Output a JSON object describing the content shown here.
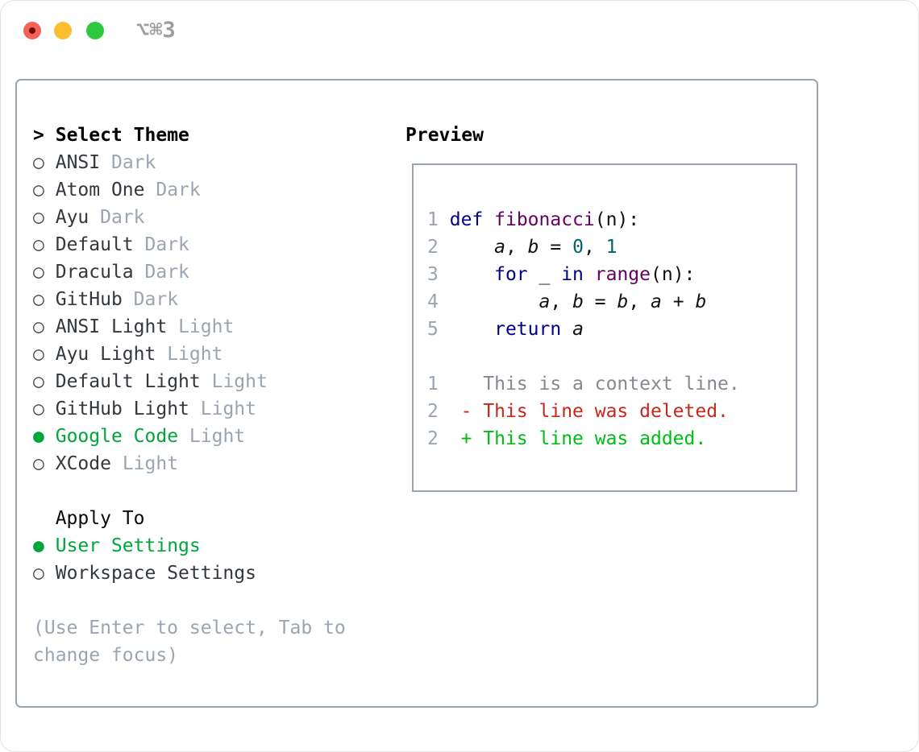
{
  "window": {
    "titlebar_label": "⌥⌘3",
    "traffic_lights": [
      "close",
      "minimize",
      "zoom"
    ]
  },
  "colors": {
    "panel_border": "#9aa5b1",
    "muted_gray": "#9aa5b1",
    "selection_green": "#00a53c",
    "diff_added_green": "#00bd16",
    "diff_deleted_red": "#c8271b",
    "keyword_blue": "#000088",
    "function_purple": "#660066",
    "literal_teal": "#006666",
    "traffic_red": "#f4615a",
    "traffic_yellow": "#fbbe2e",
    "traffic_green": "#2fc841"
  },
  "theme_selector": {
    "prompt_marker": ">",
    "title": "Select Theme",
    "marker_unselected": "○",
    "marker_selected": "●",
    "options": [
      {
        "name": "ANSI",
        "variant": "Dark",
        "selected": false
      },
      {
        "name": "Atom One",
        "variant": "Dark",
        "selected": false
      },
      {
        "name": "Ayu",
        "variant": "Dark",
        "selected": false
      },
      {
        "name": "Default",
        "variant": "Dark",
        "selected": false
      },
      {
        "name": "Dracula",
        "variant": "Dark",
        "selected": false
      },
      {
        "name": "GitHub",
        "variant": "Dark",
        "selected": false
      },
      {
        "name": "ANSI Light",
        "variant": "Light",
        "selected": false
      },
      {
        "name": "Ayu Light",
        "variant": "Light",
        "selected": false
      },
      {
        "name": "Default Light",
        "variant": "Light",
        "selected": false
      },
      {
        "name": "GitHub Light",
        "variant": "Light",
        "selected": false
      },
      {
        "name": "Google Code",
        "variant": "Light",
        "selected": true
      },
      {
        "name": "XCode",
        "variant": "Light",
        "selected": false
      }
    ],
    "apply_to": {
      "title": "Apply To",
      "options": [
        {
          "name": "User Settings",
          "selected": true
        },
        {
          "name": "Workspace Settings",
          "selected": false
        }
      ]
    },
    "help_lines": [
      "(Use Enter to select, Tab to",
      "change focus)"
    ]
  },
  "preview": {
    "title": "Preview",
    "code_lines": [
      {
        "num": "1",
        "tokens": [
          [
            "kw",
            "def"
          ],
          [
            "pl",
            " "
          ],
          [
            "fn",
            "fibonacci"
          ],
          [
            "pl",
            "(n):"
          ]
        ]
      },
      {
        "num": "2",
        "tokens": [
          [
            "pl",
            "    "
          ],
          [
            "var",
            "a"
          ],
          [
            "pl",
            ", "
          ],
          [
            "var",
            "b"
          ],
          [
            "pl",
            " = "
          ],
          [
            "lit",
            "0"
          ],
          [
            "pl",
            ", "
          ],
          [
            "lit",
            "1"
          ]
        ]
      },
      {
        "num": "3",
        "tokens": [
          [
            "pl",
            "    "
          ],
          [
            "kw",
            "for"
          ],
          [
            "pl",
            " _ "
          ],
          [
            "kw",
            "in"
          ],
          [
            "pl",
            " "
          ],
          [
            "fn",
            "range"
          ],
          [
            "pl",
            "(n):"
          ]
        ]
      },
      {
        "num": "4",
        "tokens": [
          [
            "pl",
            "        "
          ],
          [
            "var",
            "a"
          ],
          [
            "pl",
            ", "
          ],
          [
            "var",
            "b"
          ],
          [
            "pl",
            " = "
          ],
          [
            "var",
            "b"
          ],
          [
            "pl",
            ", "
          ],
          [
            "var",
            "a"
          ],
          [
            "pl",
            " + "
          ],
          [
            "var",
            "b"
          ]
        ]
      },
      {
        "num": "5",
        "tokens": [
          [
            "pl",
            "    "
          ],
          [
            "kw",
            "return"
          ],
          [
            "pl",
            " "
          ],
          [
            "var",
            "a"
          ]
        ]
      }
    ],
    "diff_lines": [
      {
        "num": "1",
        "kind": "context",
        "text": "   This is a context line."
      },
      {
        "num": "2",
        "kind": "deleted",
        "text": " - This line was deleted."
      },
      {
        "num": "2",
        "kind": "added",
        "text": " + This line was added."
      }
    ]
  }
}
